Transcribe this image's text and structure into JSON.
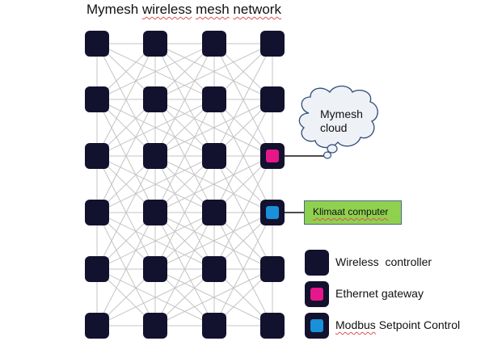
{
  "title": {
    "word1": "Mymesh",
    "word2": "wireless",
    "word3": "mesh",
    "word4": "network"
  },
  "grid": {
    "columns": 4,
    "rows": 6,
    "special_nodes": [
      {
        "col": 3,
        "row": 2,
        "type": "ethernet-gateway"
      },
      {
        "col": 3,
        "row": 3,
        "type": "modbus-setpoint-control"
      }
    ]
  },
  "cloud": {
    "line1": "Mymesh",
    "line2": "cloud"
  },
  "klimaat": {
    "label": "Klimaat computer"
  },
  "legend": {
    "items": [
      {
        "type": "wireless-controller",
        "label": "Wireless  controller"
      },
      {
        "type": "ethernet-gateway",
        "label": "Ethernet gateway"
      },
      {
        "type": "modbus-setpoint-control",
        "label_word1": "Modbus",
        "label_rest": " Setpoint Control"
      }
    ]
  },
  "colors": {
    "node": "#12112e",
    "ethernet-gateway": "#e6178b",
    "modbus-setpoint-control": "#1a90d9",
    "mesh-line": "#c4c4c4",
    "klimaat-fill": "#8fd14f",
    "cloud-fill": "#eef1f6",
    "cloud-stroke": "#2f4d7a"
  }
}
